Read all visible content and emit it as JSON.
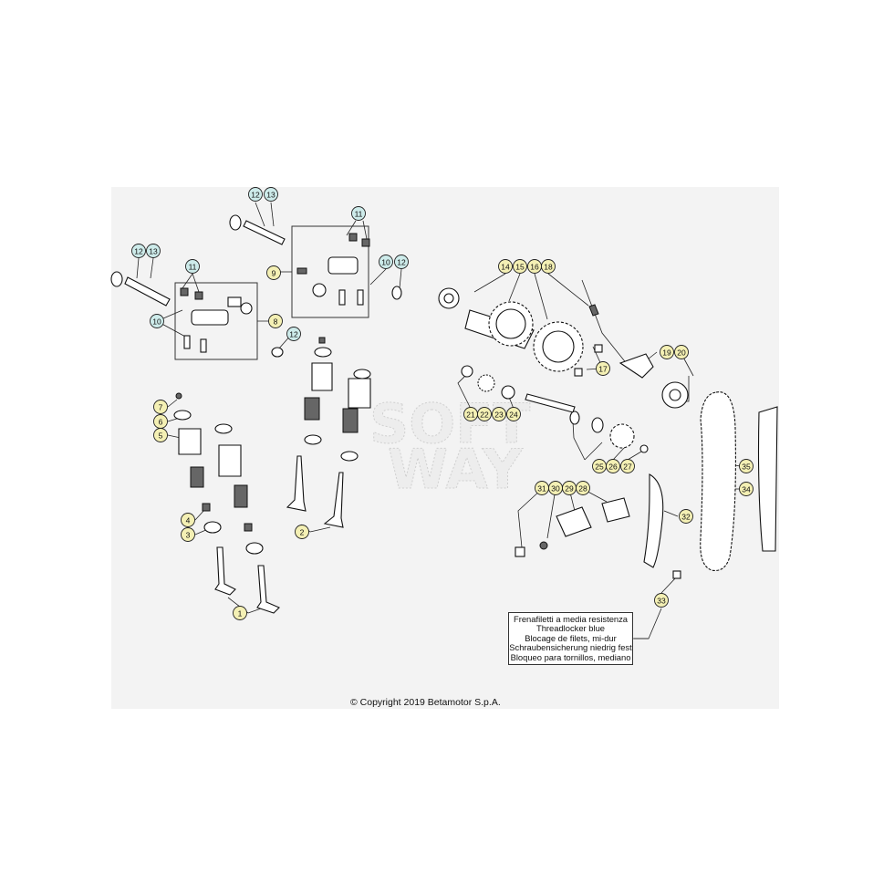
{
  "copyright": "© Copyright 2019 Betamotor S.p.A.",
  "watermark": [
    "SOFT",
    "WAY"
  ],
  "note_lines": [
    "Frenafiletti a media resistenza",
    "Threadlocker blue",
    "Blocage de filets, mi-dur",
    "Schraubensicherung niedrig fest",
    "Bloqueo para tornillos, mediano"
  ],
  "colors": {
    "callout_yellow": "#f4f0b4",
    "callout_teal": "#cdebea",
    "panel": "#f3f3f3"
  },
  "callouts": [
    {
      "label": "12",
      "color": "teal"
    },
    {
      "label": "13",
      "color": "teal"
    },
    {
      "label": "12",
      "color": "teal"
    },
    {
      "label": "13",
      "color": "teal"
    },
    {
      "label": "11",
      "color": "teal"
    },
    {
      "label": "11",
      "color": "teal"
    },
    {
      "label": "10",
      "color": "teal"
    },
    {
      "label": "12",
      "color": "teal"
    },
    {
      "label": "10",
      "color": "teal"
    },
    {
      "label": "12",
      "color": "teal"
    },
    {
      "label": "9",
      "color": "yellow"
    },
    {
      "label": "8",
      "color": "yellow"
    },
    {
      "label": "7",
      "color": "yellow"
    },
    {
      "label": "6",
      "color": "yellow"
    },
    {
      "label": "5",
      "color": "yellow"
    },
    {
      "label": "4",
      "color": "yellow"
    },
    {
      "label": "3",
      "color": "yellow"
    },
    {
      "label": "2",
      "color": "yellow"
    },
    {
      "label": "1",
      "color": "yellow"
    },
    {
      "label": "14",
      "color": "yellow"
    },
    {
      "label": "15",
      "color": "yellow"
    },
    {
      "label": "16",
      "color": "yellow"
    },
    {
      "label": "18",
      "color": "yellow"
    },
    {
      "label": "17",
      "color": "yellow"
    },
    {
      "label": "19",
      "color": "yellow"
    },
    {
      "label": "20",
      "color": "yellow"
    },
    {
      "label": "21",
      "color": "yellow"
    },
    {
      "label": "22",
      "color": "yellow"
    },
    {
      "label": "23",
      "color": "yellow"
    },
    {
      "label": "24",
      "color": "yellow"
    },
    {
      "label": "25",
      "color": "yellow"
    },
    {
      "label": "26",
      "color": "yellow"
    },
    {
      "label": "27",
      "color": "yellow"
    },
    {
      "label": "31",
      "color": "yellow"
    },
    {
      "label": "30",
      "color": "yellow"
    },
    {
      "label": "29",
      "color": "yellow"
    },
    {
      "label": "28",
      "color": "yellow"
    },
    {
      "label": "32",
      "color": "yellow"
    },
    {
      "label": "33",
      "color": "yellow"
    },
    {
      "label": "34",
      "color": "yellow"
    },
    {
      "label": "35",
      "color": "yellow"
    }
  ]
}
